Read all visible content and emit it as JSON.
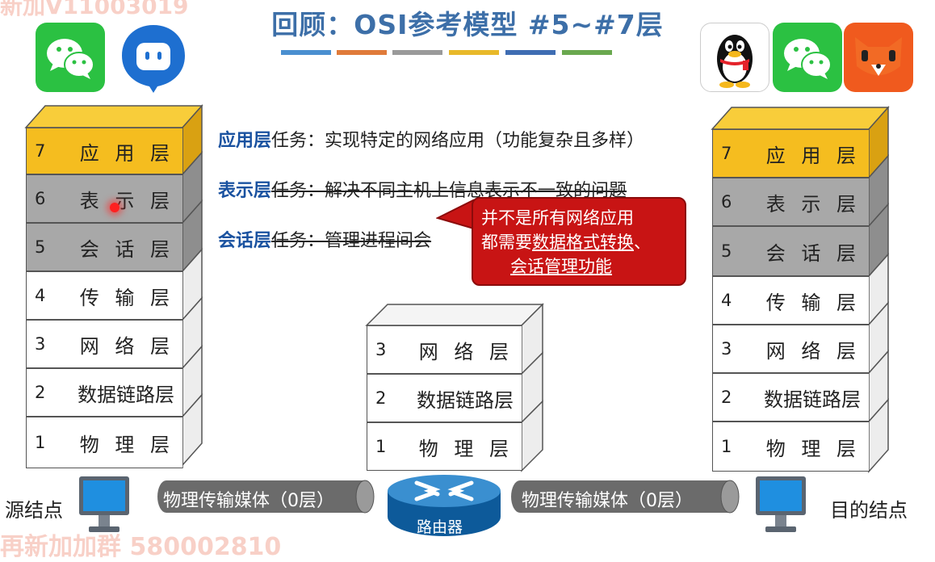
{
  "header": {
    "title": "回顾：OSI参考模型 #5~#7层",
    "color_bars": [
      "#4a8fd0",
      "#e07b3a",
      "#9a9a9a",
      "#e8b92a",
      "#3f6db3",
      "#6aa84f"
    ]
  },
  "watermarks": {
    "top_left": "新加V11003019",
    "bottom_left": "再新加加群 580002810"
  },
  "apps": {
    "left": [
      "wechat-icon",
      "chat-bubble-icon"
    ],
    "right": [
      "qq-penguin-icon",
      "wechat-icon",
      "fox-icon"
    ]
  },
  "stacks": {
    "source": {
      "layers": [
        {
          "num": "7",
          "name": "应 用 层"
        },
        {
          "num": "6",
          "name": "表 示 层"
        },
        {
          "num": "5",
          "name": "会 话 层"
        },
        {
          "num": "4",
          "name": "传 输 层"
        },
        {
          "num": "3",
          "name": "网 络 层"
        },
        {
          "num": "2",
          "name": "数据链路层"
        },
        {
          "num": "1",
          "name": "物 理 层"
        }
      ]
    },
    "router": {
      "layers": [
        {
          "num": "3",
          "name": "网 络 层"
        },
        {
          "num": "2",
          "name": "数据链路层"
        },
        {
          "num": "1",
          "name": "物 理 层"
        }
      ]
    },
    "destination": {
      "layers": [
        {
          "num": "7",
          "name": "应 用 层"
        },
        {
          "num": "6",
          "name": "表 示 层"
        },
        {
          "num": "5",
          "name": "会 话 层"
        },
        {
          "num": "4",
          "name": "传 输 层"
        },
        {
          "num": "3",
          "name": "网 络 层"
        },
        {
          "num": "2",
          "name": "数据链路层"
        },
        {
          "num": "1",
          "name": "物 理 层"
        }
      ]
    }
  },
  "tasks": [
    {
      "layer": "应用层",
      "text": "任务：实现特定的网络应用（功能复杂且多样）"
    },
    {
      "layer": "表示层",
      "text": "任务：解决不同主机上信息表示不一致的问题"
    },
    {
      "layer": "会话层",
      "text": "任务：管理进程间会"
    }
  ],
  "callout": {
    "line1": "并不是所有网络应用",
    "line2_prefix": "都需要",
    "line2_link": "数据格式转换",
    "line2_suffix": "、",
    "line3_link": "会话管理功能"
  },
  "bottom": {
    "source_label": "源结点",
    "dest_label": "目的结点",
    "cable_left": "物理传输媒体（0层）",
    "cable_right": "物理传输媒体（0层）",
    "router_label": "路由器"
  },
  "colors": {
    "layer_app": "#f5bd1f",
    "layer_grey": "#a8a8a8",
    "layer_white": "#ffffff",
    "title": "#3d6fa8",
    "callout": "#c81414"
  }
}
